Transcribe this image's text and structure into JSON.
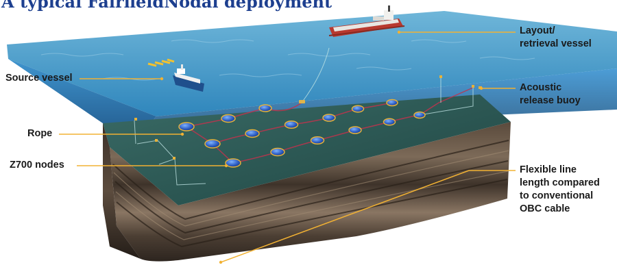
{
  "title": "A typical FairfieldNodal deployment",
  "labels": {
    "source_vessel": "Source vessel",
    "layout_vessel": [
      "Layout/",
      "retrieval vessel"
    ],
    "acoustic_buoy": [
      "Acoustic",
      "release buoy"
    ],
    "rope": "Rope",
    "z700_nodes": "Z700 nodes",
    "flexible_line": [
      "Flexible line",
      "length compared",
      "to conventional",
      "OBC cable"
    ]
  },
  "colors": {
    "title": "#1d3f8f",
    "leader_line": "#f2b233",
    "seawater": "#1f78b4",
    "seabed": "#2e5a58",
    "rope": "#c0334d",
    "node": "#2f5fc4",
    "node_ring": "#e6b23a"
  },
  "icons": [
    "layout-vessel-icon",
    "source-vessel-icon",
    "node-icon",
    "buoy-icon"
  ]
}
